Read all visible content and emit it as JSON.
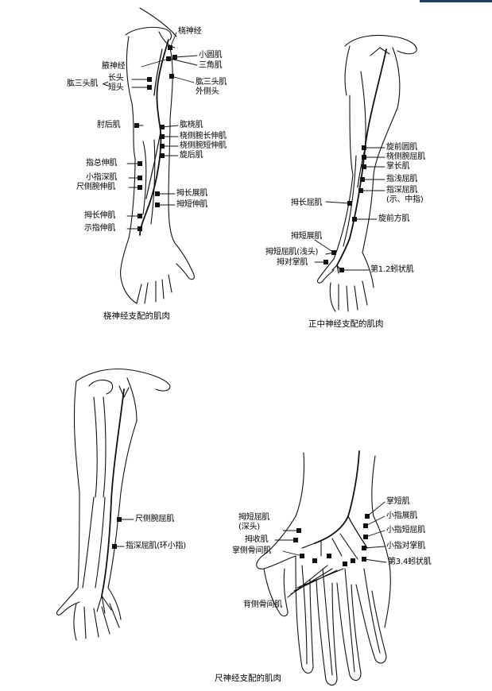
{
  "radial": {
    "caption": "桡神经支配的肌肉",
    "labels": {
      "nerve": "桡神经",
      "teres_minor": "小圆肌",
      "deltoid": "三角肌",
      "axillary": "腋神经",
      "triceps": "肱三头肌",
      "long_head": "长头",
      "short_head": "短头",
      "triceps_lateral_a": "肱三头肌",
      "triceps_lateral_b": "外侧头",
      "anconeus": "肘后肌",
      "brachioradialis": "肱桡肌",
      "ecrl": "桡侧腕长伸肌",
      "ecrb": "桡侧腕短伸肌",
      "supinator": "旋后肌",
      "edc": "指总伸肌",
      "edm": "小指深肌",
      "ecu": "尺侧腕伸肌",
      "apl": "拇长展肌",
      "epb": "拇短伸肌",
      "epl": "拇长伸肌",
      "eip": "示指伸肌"
    }
  },
  "median": {
    "caption": "正中神经支配的肌肉",
    "labels": {
      "pronator_teres": "旋前圆肌",
      "fcr": "桡侧腕屈肌",
      "palmaris_longus": "掌长肌",
      "fds": "指浅屈肌",
      "fdp_a": "指深屈肌",
      "fdp_b": "(示、中指)",
      "fpl": "拇长屈肌",
      "pronator_quadratus": "旋前方肌",
      "apb": "拇短展肌",
      "fpb_superficial": "拇短屈肌(浅头)",
      "opponens_pollicis": "拇对掌肌",
      "lumbricals_12": "第1.2蚓状肌"
    }
  },
  "ulnar": {
    "caption": "尺神经支配的肌肉",
    "labels": {
      "fcu": "尺侧腕屈肌",
      "fdp_45": "指深屈肌(环小指)",
      "palmaris_brevis": "掌短肌",
      "adm": "小指展肌",
      "fdm": "小指短屈肌",
      "odm": "小指对掌肌",
      "lumbricals_34": "第3.4蚓状肌",
      "fpb_deep_a": "拇短屈肌",
      "fpb_deep_b": "(深头)",
      "adductor_pollicis": "拇收肌",
      "palmar_interossei": "掌侧骨间肌",
      "dorsal_interossei": "背侧骨间肌"
    }
  }
}
